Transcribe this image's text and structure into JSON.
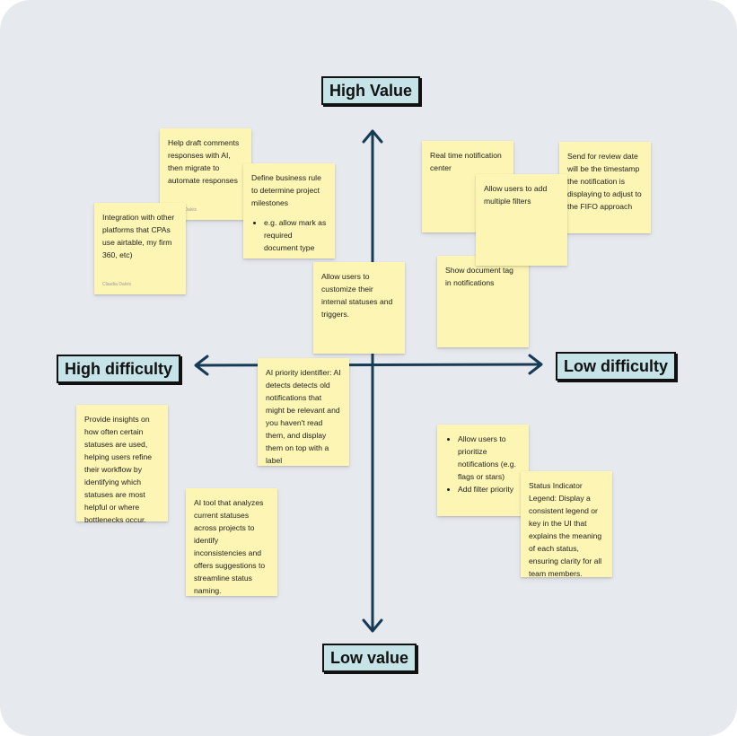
{
  "colors": {
    "board": "#e6e9ee",
    "axis": "#173b55",
    "label_bg": "#c6e3e8",
    "note_bg": "#fdf5b3"
  },
  "axes": {
    "top": "High Value",
    "bottom": "Low value",
    "left": "High difficulty",
    "right": "Low difficulty"
  },
  "notes": {
    "help_draft": {
      "text": "Help draft comments responses with AI, then migrate to automate responses",
      "author": "Claudia Dalvis"
    },
    "define_business": {
      "text": "Define business rule to determine project milestones",
      "bullets": [
        "e.g. allow mark as required document type"
      ]
    },
    "integration": {
      "text": "Integration with other platforms that CPAs use airtable, my firm 360, etc)",
      "author": "Claudia Dalvis"
    },
    "customize_statuses": {
      "text": "Allow users to customize their internal statuses and triggers."
    },
    "realtime": {
      "text": "Real time notification center"
    },
    "send_review": {
      "text": "Send for review date will be the timestamp the notification is displaying to adjust to the FIFO approach"
    },
    "multiple_filters": {
      "text": "Allow users to add multiple filters"
    },
    "document_tag": {
      "text": "Show document tag in notifications"
    },
    "ai_priority": {
      "text": "AI priority identifier: AI detects detects old notifications that might be relevant and you haven't read them, and display them on top with a label"
    },
    "insights": {
      "text": "Provide insights on how often certain statuses are used, helping users refine their workflow by identifying which statuses are most helpful or where bottlenecks occur."
    },
    "ai_tool": {
      "text": "AI tool that analyzes current statuses across projects to identify inconsistencies and offers suggestions to streamline status naming."
    },
    "prioritize": {
      "bullets": [
        "Allow users to prioritize notifications (e.g. flags or stars)",
        "Add filter priority"
      ]
    },
    "legend": {
      "text": "Status Indicator Legend: Display a consistent legend or key in the UI that explains the meaning of each status, ensuring clarity for all team members."
    }
  }
}
